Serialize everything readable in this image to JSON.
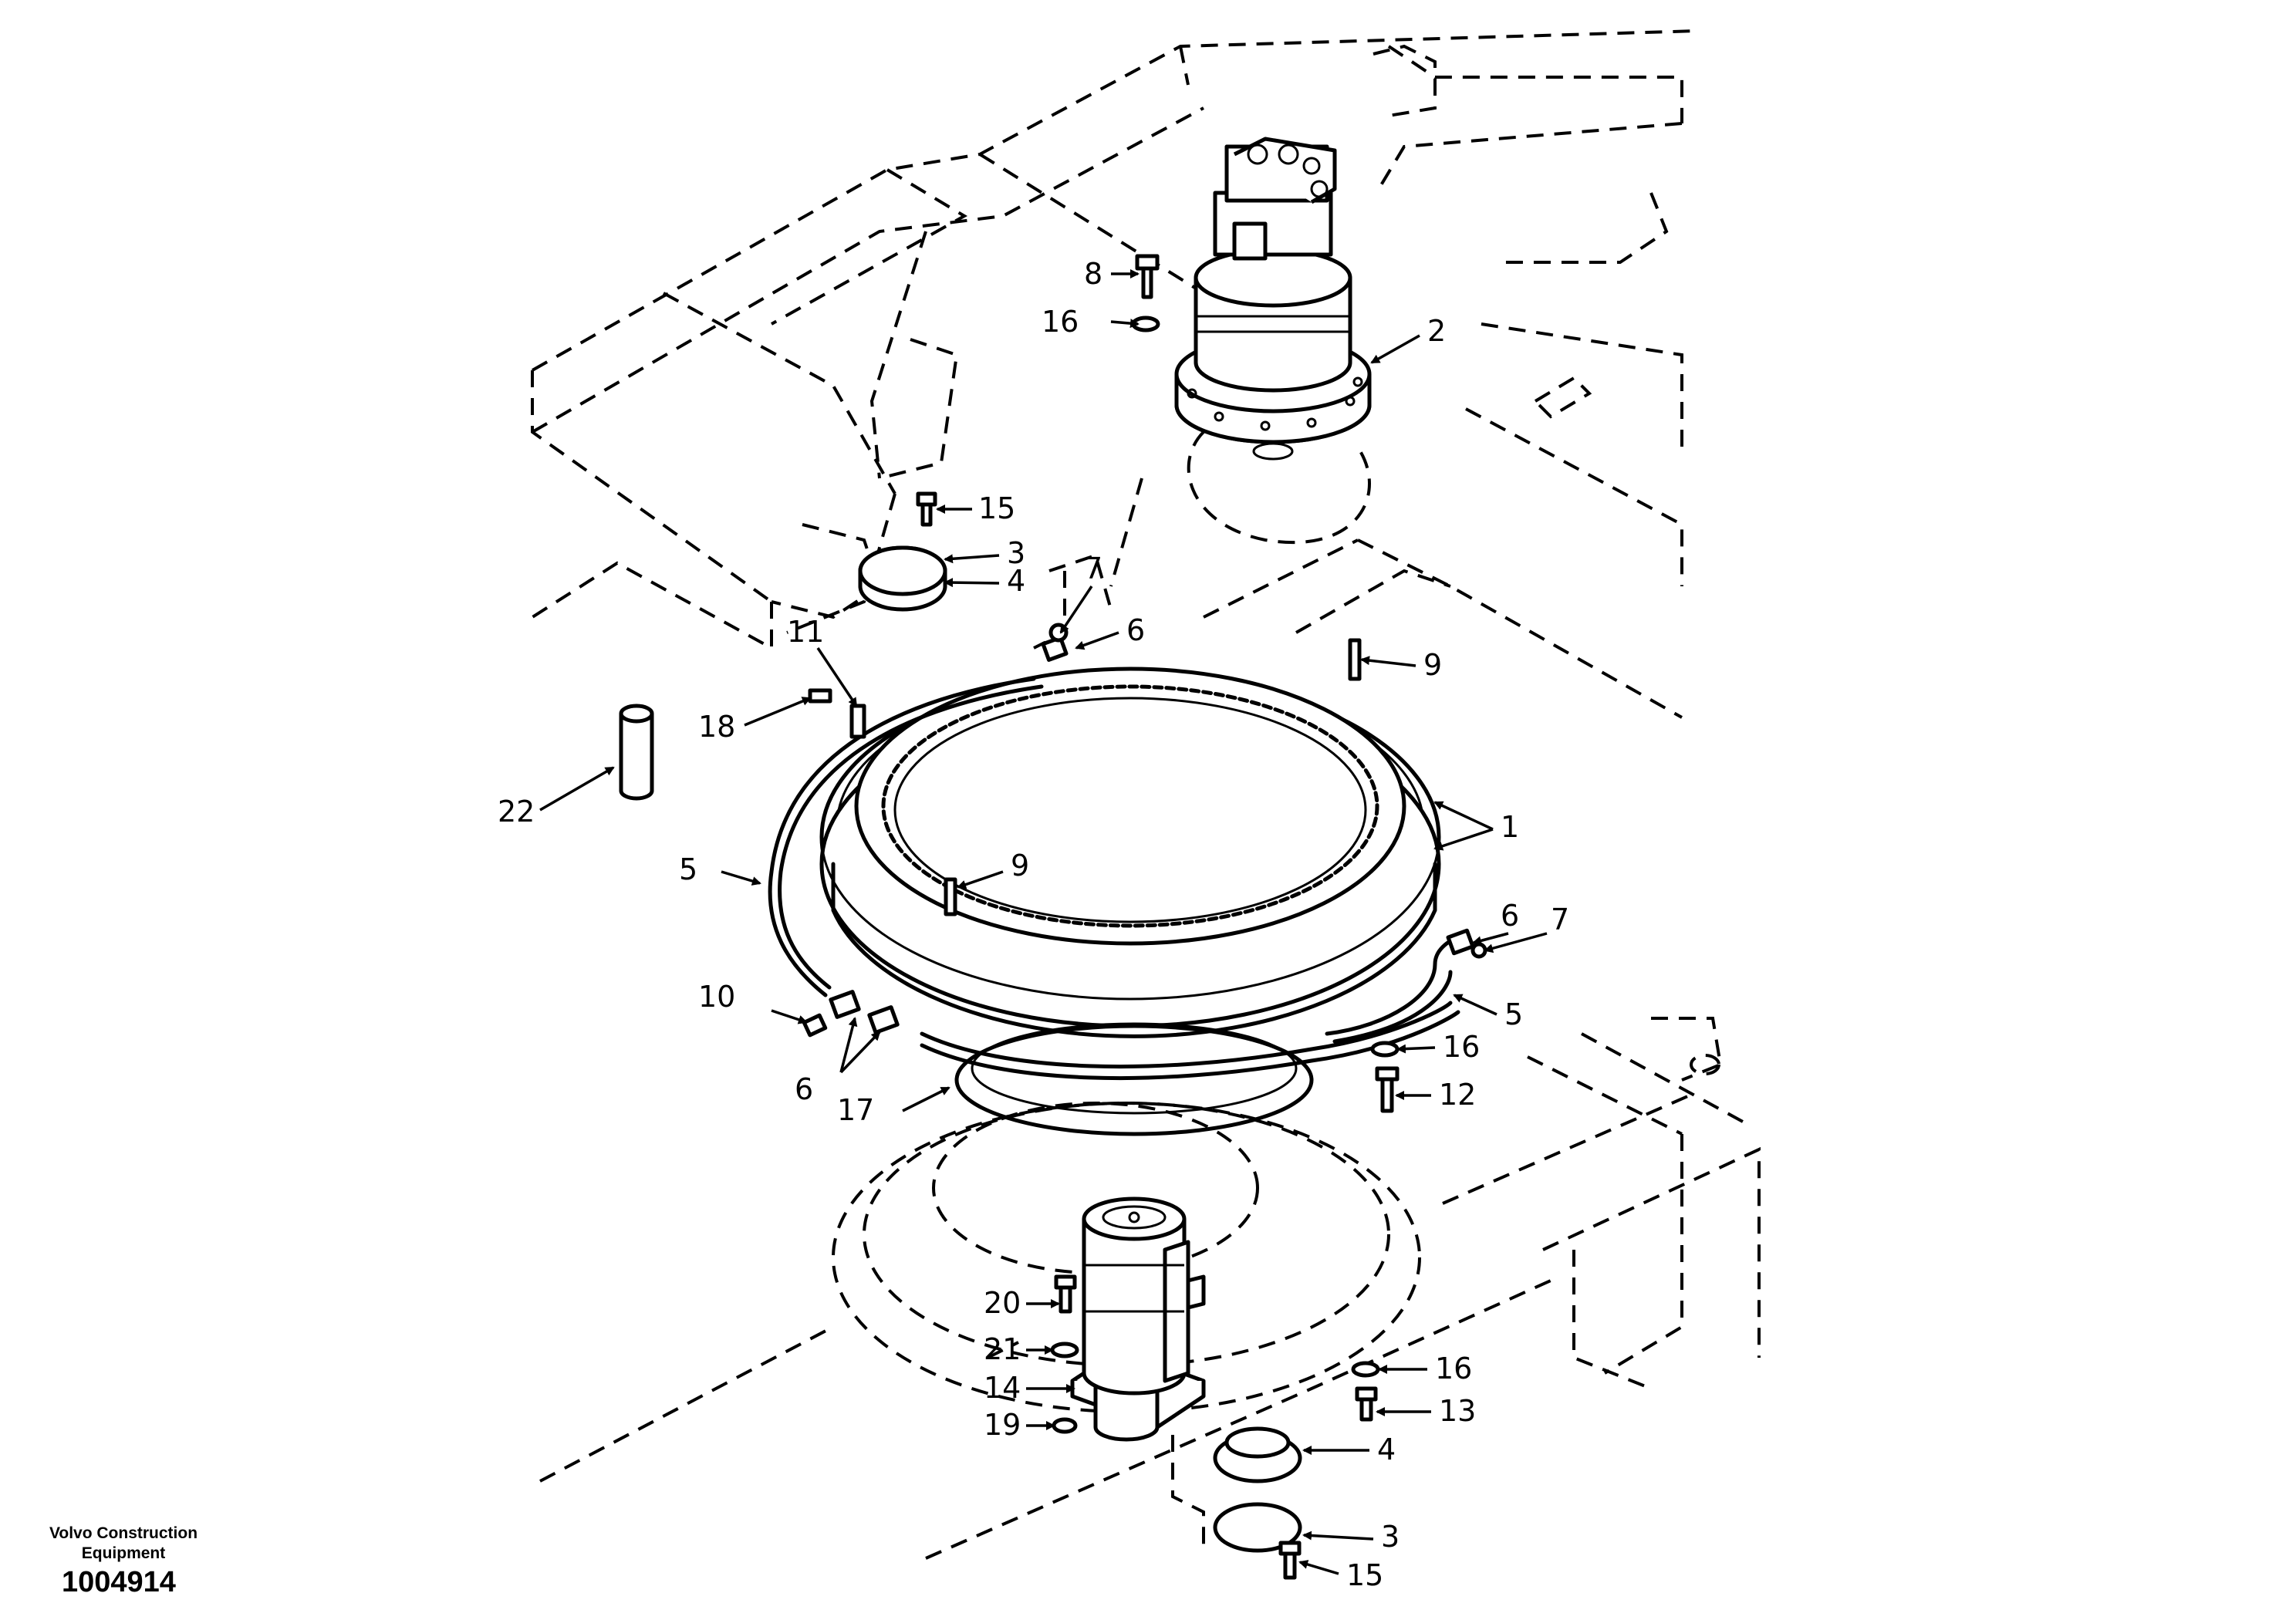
{
  "drawing": {
    "manufacturer_line1": "Volvo Construction",
    "manufacturer_line2": "Equipment",
    "drawing_number": "1004914"
  },
  "callouts": [
    {
      "id": "c1a",
      "label": "1"
    },
    {
      "id": "c2",
      "label": "2"
    },
    {
      "id": "c3a",
      "label": "3"
    },
    {
      "id": "c3b",
      "label": "3"
    },
    {
      "id": "c4a",
      "label": "4"
    },
    {
      "id": "c4b",
      "label": "4"
    },
    {
      "id": "c5a",
      "label": "5"
    },
    {
      "id": "c5b",
      "label": "5"
    },
    {
      "id": "c6a",
      "label": "6"
    },
    {
      "id": "c6b",
      "label": "6"
    },
    {
      "id": "c6c",
      "label": "6"
    },
    {
      "id": "c7a",
      "label": "7"
    },
    {
      "id": "c7b",
      "label": "7"
    },
    {
      "id": "c8",
      "label": "8"
    },
    {
      "id": "c9a",
      "label": "9"
    },
    {
      "id": "c9b",
      "label": "9"
    },
    {
      "id": "c10",
      "label": "10"
    },
    {
      "id": "c11",
      "label": "11"
    },
    {
      "id": "c12",
      "label": "12"
    },
    {
      "id": "c13",
      "label": "13"
    },
    {
      "id": "c14",
      "label": "14"
    },
    {
      "id": "c15a",
      "label": "15"
    },
    {
      "id": "c15b",
      "label": "15"
    },
    {
      "id": "c16a",
      "label": "16"
    },
    {
      "id": "c16b",
      "label": "16"
    },
    {
      "id": "c16c",
      "label": "16"
    },
    {
      "id": "c17",
      "label": "17"
    },
    {
      "id": "c18",
      "label": "18"
    },
    {
      "id": "c19",
      "label": "19"
    },
    {
      "id": "c20",
      "label": "20"
    },
    {
      "id": "c21",
      "label": "21"
    },
    {
      "id": "c22",
      "label": "22"
    }
  ]
}
